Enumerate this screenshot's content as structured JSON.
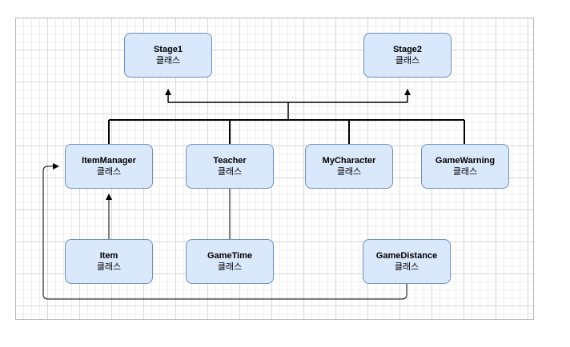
{
  "nodes": {
    "stage1": {
      "name": "Stage1",
      "sub": "클래스"
    },
    "stage2": {
      "name": "Stage2",
      "sub": "클래스"
    },
    "item_manager": {
      "name": "ItemManager",
      "sub": "클래스"
    },
    "teacher": {
      "name": "Teacher",
      "sub": "클래스"
    },
    "my_character": {
      "name": "MyCharacter",
      "sub": "클래스"
    },
    "game_warning": {
      "name": "GameWarning",
      "sub": "클래스"
    },
    "item": {
      "name": "Item",
      "sub": "클래스"
    },
    "game_time": {
      "name": "GameTime",
      "sub": "클래스"
    },
    "game_distance": {
      "name": "GameDistance",
      "sub": "클래스"
    }
  },
  "colors": {
    "node_fill": "#dae8fc",
    "node_border": "#6c8ebf",
    "edge": "#000000"
  }
}
